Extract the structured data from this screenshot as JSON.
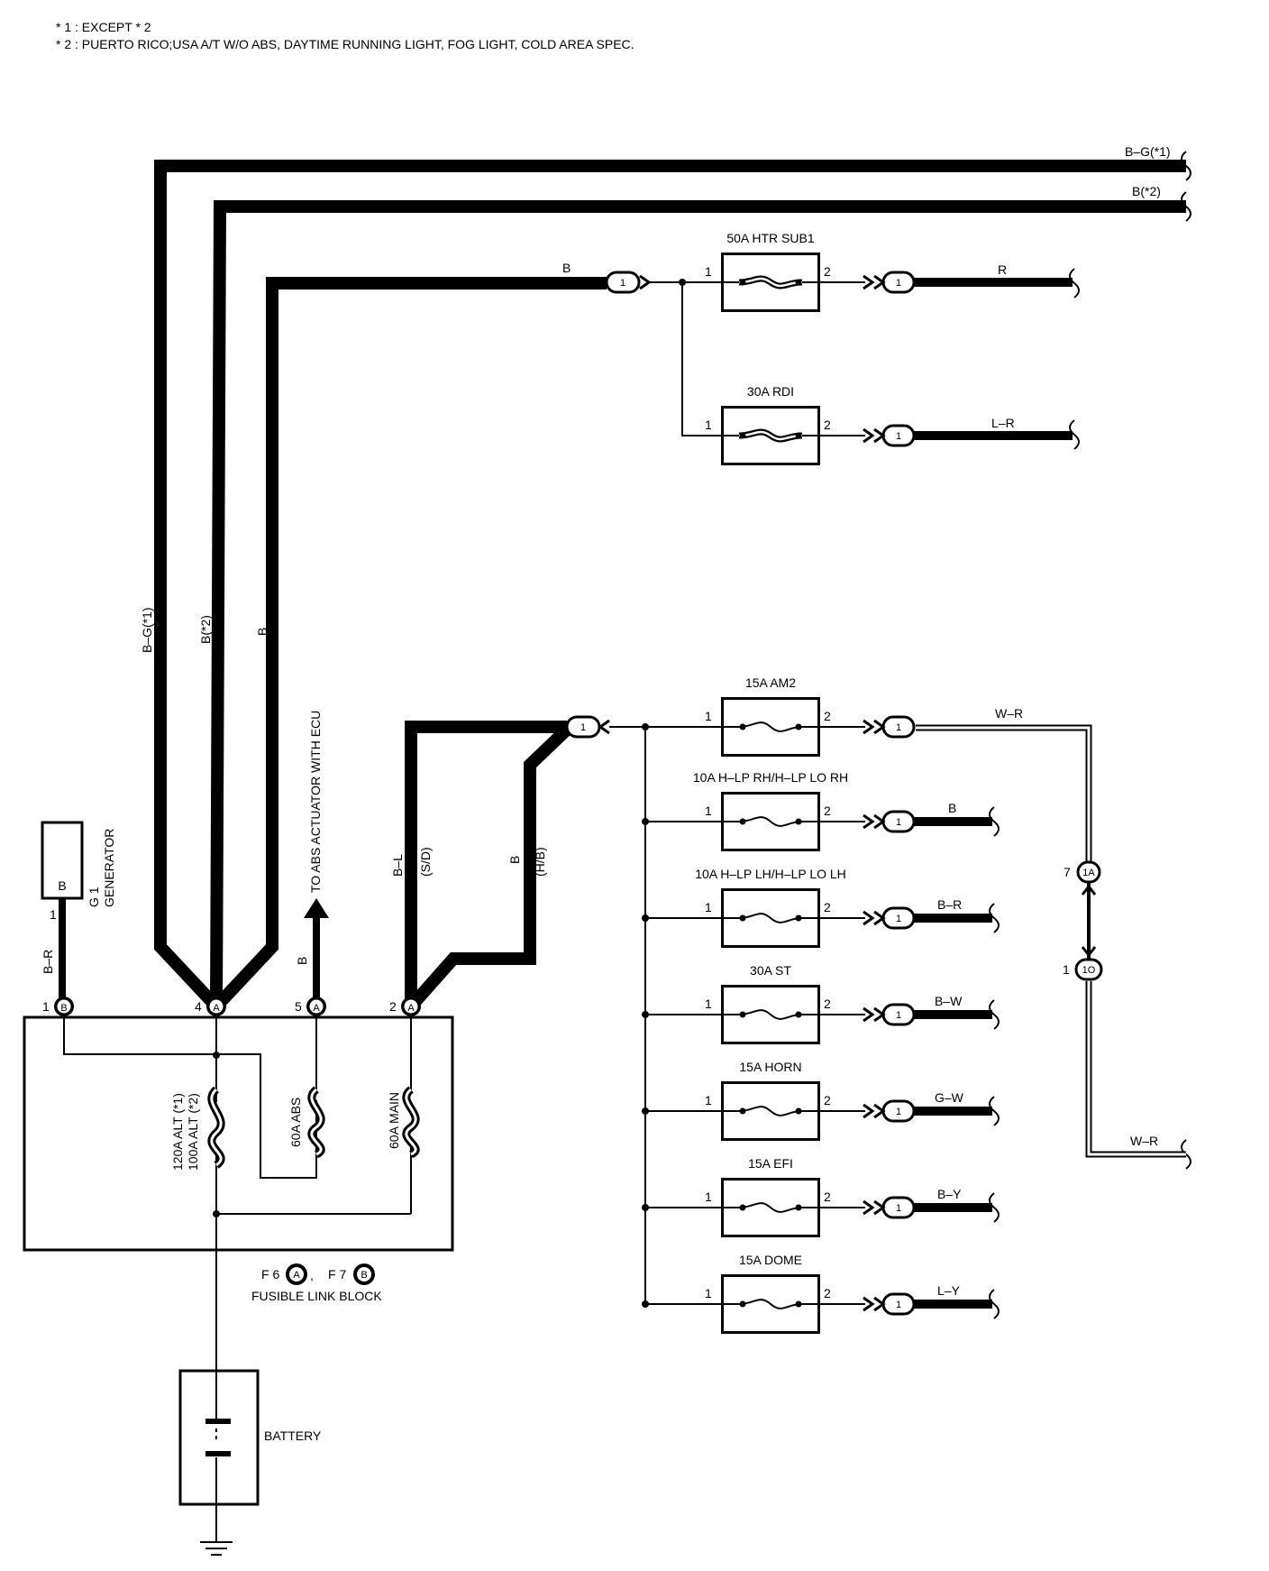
{
  "notes": [
    "* 1 : EXCEPT * 2",
    "* 2 : PUERTO RICO;USA A/T W/O ABS, DAYTIME RUNNING LIGHT, FOG LIGHT, COLD AREA SPEC."
  ],
  "top_wires": {
    "bg1": "B–G(*1)",
    "b2": "B(*2)",
    "vertical_bg1": "B–G(*1)",
    "vertical_b2": "B(*2)",
    "vertical_b": "B"
  },
  "upper_fuses": [
    {
      "label": "50A HTR SUB1",
      "pin_in": "1",
      "pin_out": "2",
      "wire": "R",
      "conn": "1"
    },
    {
      "label": "30A RDI",
      "pin_in": "1",
      "pin_out": "2",
      "wire": "L–R",
      "conn": "1"
    }
  ],
  "upper_feed": {
    "wire": "B",
    "conn": "1"
  },
  "main_feed": {
    "conn": "1",
    "wire_left": "B–L",
    "wire_left_note": "(S/D)",
    "wire_right": "B",
    "wire_right_note": "(H/B)"
  },
  "lower_fuses": [
    {
      "label": "15A AM2",
      "pin_in": "1",
      "pin_out": "2",
      "wire": "W–R",
      "conn": "1"
    },
    {
      "label": "10A H–LP RH/H–LP LO RH",
      "pin_in": "1",
      "pin_out": "2",
      "wire": "B",
      "conn": "1"
    },
    {
      "label": "10A H–LP LH/H–LP LO LH",
      "pin_in": "1",
      "pin_out": "2",
      "wire": "B–R",
      "conn": "1"
    },
    {
      "label": "30A ST",
      "pin_in": "1",
      "pin_out": "2",
      "wire": "B–W",
      "conn": "1"
    },
    {
      "label": "15A HORN",
      "pin_in": "1",
      "pin_out": "2",
      "wire": "G–W",
      "conn": "1"
    },
    {
      "label": "15A EFI",
      "pin_in": "1",
      "pin_out": "2",
      "wire": "B–Y",
      "conn": "1"
    },
    {
      "label": "15A DOME",
      "pin_in": "1",
      "pin_out": "2",
      "wire": "L–Y",
      "conn": "1"
    }
  ],
  "junction": {
    "pin_top": "7",
    "conn_top": "1A",
    "pin_bottom": "1",
    "conn_bottom": "1O",
    "wire_out": "W–R"
  },
  "generator": {
    "code": "G 1",
    "name": "GENERATOR",
    "terminal": "B",
    "pin": "1",
    "wire": "B–R"
  },
  "abs": {
    "label": "TO ABS ACTUATOR WITH ECU",
    "wire": "B"
  },
  "fusible_link_block": {
    "pins": [
      {
        "num": "1",
        "conn": "B"
      },
      {
        "num": "4",
        "conn": "A"
      },
      {
        "num": "5",
        "conn": "A"
      },
      {
        "num": "2",
        "conn": "A"
      }
    ],
    "alt_label1": "120A ALT (*1)",
    "alt_label2": "100A ALT (*2)",
    "abs_label": "60A ABS",
    "main_label": "60A MAIN",
    "ref_f6": "F 6",
    "ref_f6_conn": "A",
    "ref_f7": "F 7",
    "ref_f7_conn": "B",
    "sep": ",",
    "title": "FUSIBLE LINK BLOCK"
  },
  "battery": {
    "label": "BATTERY"
  }
}
